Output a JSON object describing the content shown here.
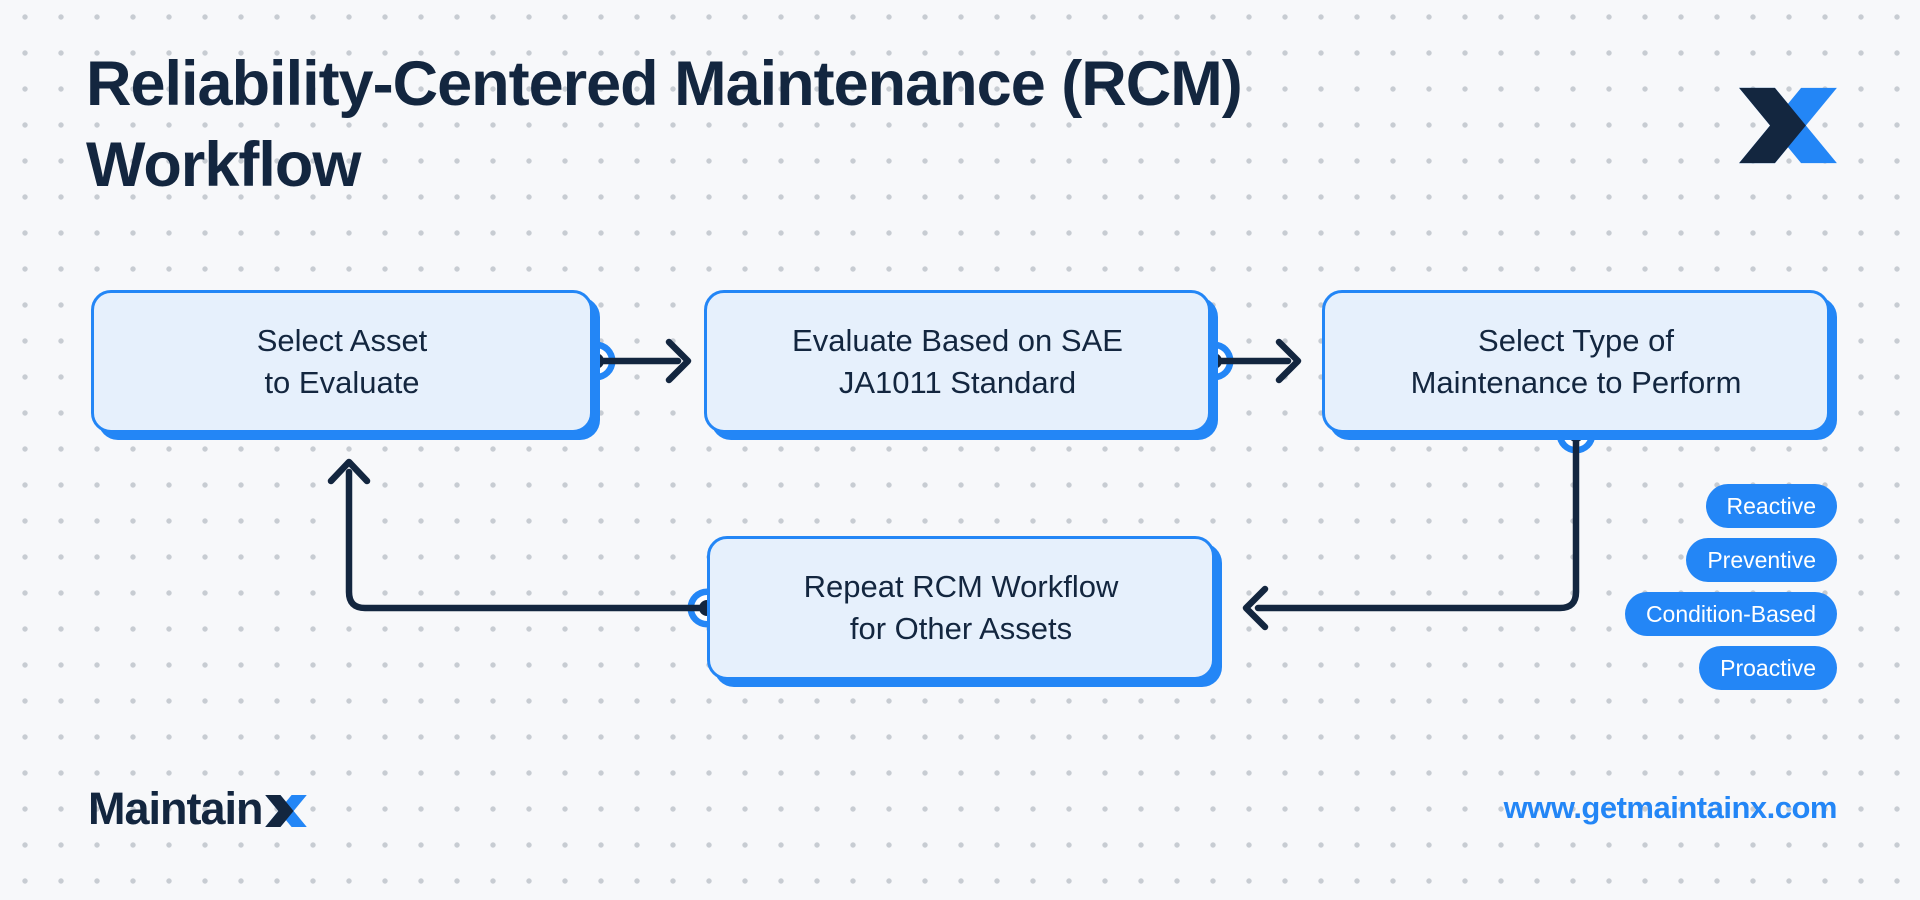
{
  "title": {
    "lines": [
      "Reliability-Centered Maintenance (RCM)",
      "Workflow"
    ]
  },
  "workflow": {
    "nodes": [
      {
        "id": "select-asset",
        "lines": [
          "Select Asset",
          "to Evaluate"
        ]
      },
      {
        "id": "evaluate-sae-standard",
        "lines": [
          "Evaluate Based on SAE",
          "JA1011 Standard"
        ]
      },
      {
        "id": "select-maintenance-type",
        "lines": [
          "Select Type of",
          "Maintenance to Perform"
        ]
      },
      {
        "id": "repeat-workflow",
        "lines": [
          "Repeat RCM Workflow",
          "for Other Assets"
        ]
      }
    ],
    "maintenance_types": [
      "Reactive",
      "Preventive",
      "Condition-Based",
      "Proactive"
    ]
  },
  "footer": {
    "brand_text": "Maintain",
    "brand_mark": "X",
    "url": "www.getmaintainx.com"
  },
  "colors": {
    "navy": "#13263F",
    "blue": "#2386F6",
    "box_fill": "#E6F0FC",
    "background": "#F7F8FA",
    "dot_grid": "#C7CCD2",
    "pill_text": "#FFFFFF"
  }
}
